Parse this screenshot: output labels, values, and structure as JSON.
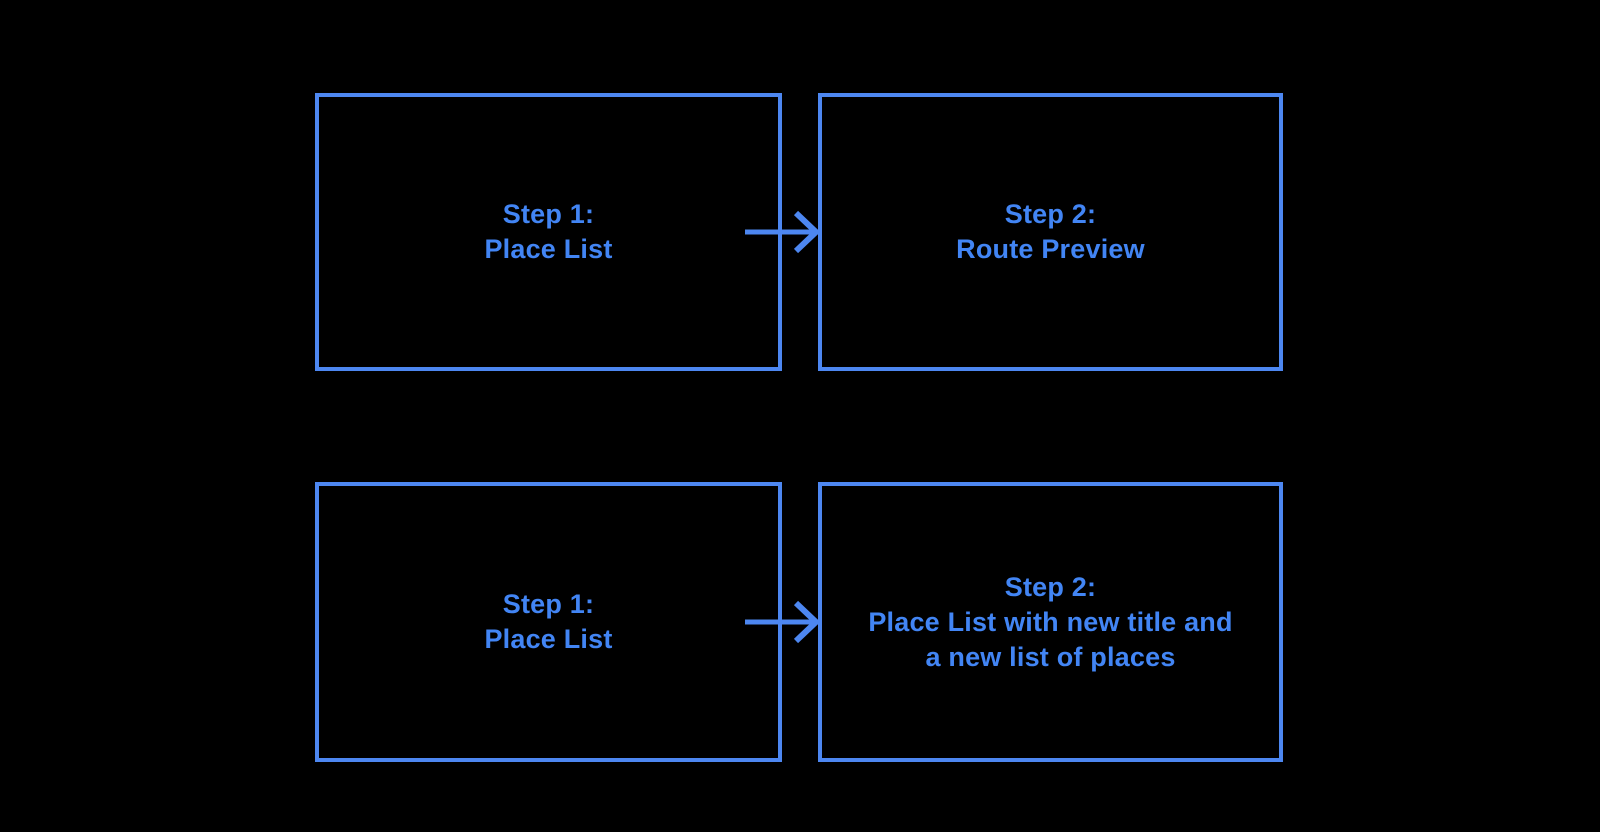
{
  "canvas": {
    "background": "#000000"
  },
  "colors": {
    "box_border": "#4d87f1",
    "text": "#4285f4",
    "arrow": "#4d87f1"
  },
  "flows": [
    {
      "from": {
        "lines": [
          "Step 1:",
          "Place List"
        ]
      },
      "to": {
        "lines": [
          "Step 2:",
          "Route Preview"
        ]
      }
    },
    {
      "from": {
        "lines": [
          "Step 1:",
          "Place List"
        ]
      },
      "to": {
        "lines": [
          "Step 2:",
          "Place List with new title and",
          "a new list of places"
        ]
      }
    }
  ]
}
